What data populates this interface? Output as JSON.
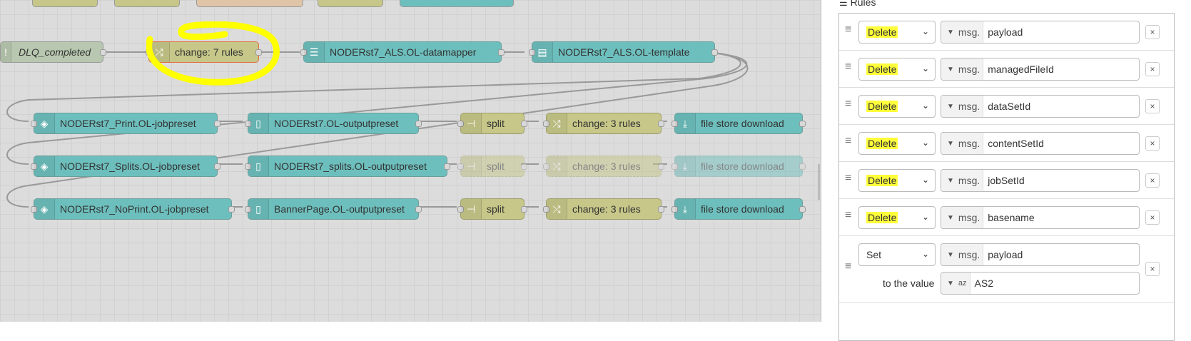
{
  "canvas": {
    "top_partial_nodes": [
      {
        "label": "",
        "color": "#c6c788"
      },
      {
        "label": "",
        "color": "#c6c788"
      },
      {
        "label": "",
        "color": "#e0c4a8"
      },
      {
        "label": "",
        "color": "#c6c788"
      },
      {
        "label": "",
        "color": "#6dbfbd"
      }
    ],
    "nodes": {
      "dlq": {
        "label": "DLQ_completed"
      },
      "change7": {
        "label": "change: 7 rules"
      },
      "datamapper": {
        "label": "NODERst7_ALS.OL-datamapper"
      },
      "template": {
        "label": "NODERst7_ALS.OL-template"
      },
      "print_job": {
        "label": "NODERst7_Print.OL-jobpreset"
      },
      "print_out": {
        "label": "NODERst7.OL-outputpreset"
      },
      "split1": {
        "label": "split"
      },
      "change3a": {
        "label": "change: 3 rules"
      },
      "download1": {
        "label": "file store download"
      },
      "splits_job": {
        "label": "NODERst7_Splits.OL-jobpreset"
      },
      "splits_out": {
        "label": "NODERst7_splits.OL-outputpreset"
      },
      "split2": {
        "label": "split"
      },
      "change3b": {
        "label": "change: 3 rules"
      },
      "download2": {
        "label": "file store download"
      },
      "noprint_job": {
        "label": "NODERst7_NoPrint.OL-jobpreset"
      },
      "banner_out": {
        "label": "BannerPage.OL-outputpreset"
      },
      "split3": {
        "label": "split"
      },
      "change3c": {
        "label": "change: 3 rules"
      },
      "download3": {
        "label": "file store download"
      }
    },
    "colors": {
      "teal": "#6dbfbd",
      "olive": "#c6c788",
      "highlight": "#ffff3a"
    }
  },
  "panel": {
    "title": "Rules",
    "rules": [
      {
        "action": "Delete",
        "type": "msg.",
        "value": "payload"
      },
      {
        "action": "Delete",
        "type": "msg.",
        "value": "managedFileId"
      },
      {
        "action": "Delete",
        "type": "msg.",
        "value": "dataSetId"
      },
      {
        "action": "Delete",
        "type": "msg.",
        "value": "contentSetId"
      },
      {
        "action": "Delete",
        "type": "msg.",
        "value": "jobSetId"
      },
      {
        "action": "Delete",
        "type": "msg.",
        "value": "basename"
      },
      {
        "action": "Set",
        "type": "msg.",
        "value": "payload",
        "to_label": "to the value",
        "to_type": "az",
        "to_value": "AS2"
      }
    ],
    "remove_label": "×"
  }
}
